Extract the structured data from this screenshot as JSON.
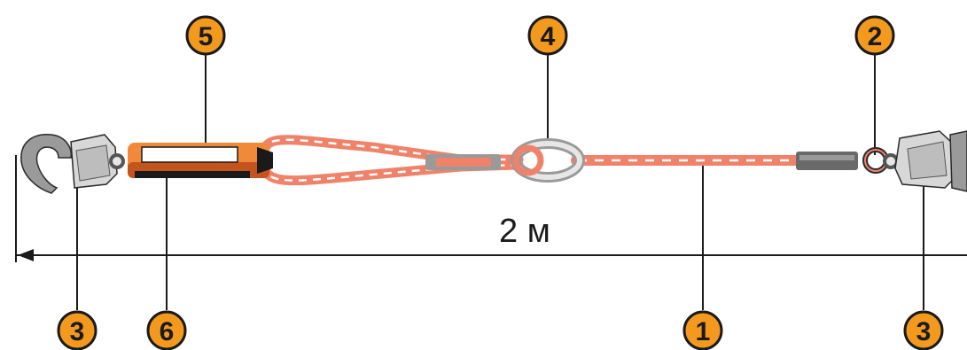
{
  "dimension": {
    "label": "2 м"
  },
  "callouts": [
    {
      "id": "1",
      "number": "1"
    },
    {
      "id": "2",
      "number": "2"
    },
    {
      "id": "3a",
      "number": "3"
    },
    {
      "id": "3b",
      "number": "3"
    },
    {
      "id": "4",
      "number": "4"
    },
    {
      "id": "5",
      "number": "5"
    },
    {
      "id": "6",
      "number": "6"
    }
  ],
  "colors": {
    "callout_fill": "#f39a1e",
    "callout_stroke": "#1a1a1a",
    "rope": "#f0826a",
    "rope_dash": "#ffffff",
    "metal": "#d7d7d7",
    "metal_dark": "#555555",
    "absorber": "#f08a3a"
  }
}
